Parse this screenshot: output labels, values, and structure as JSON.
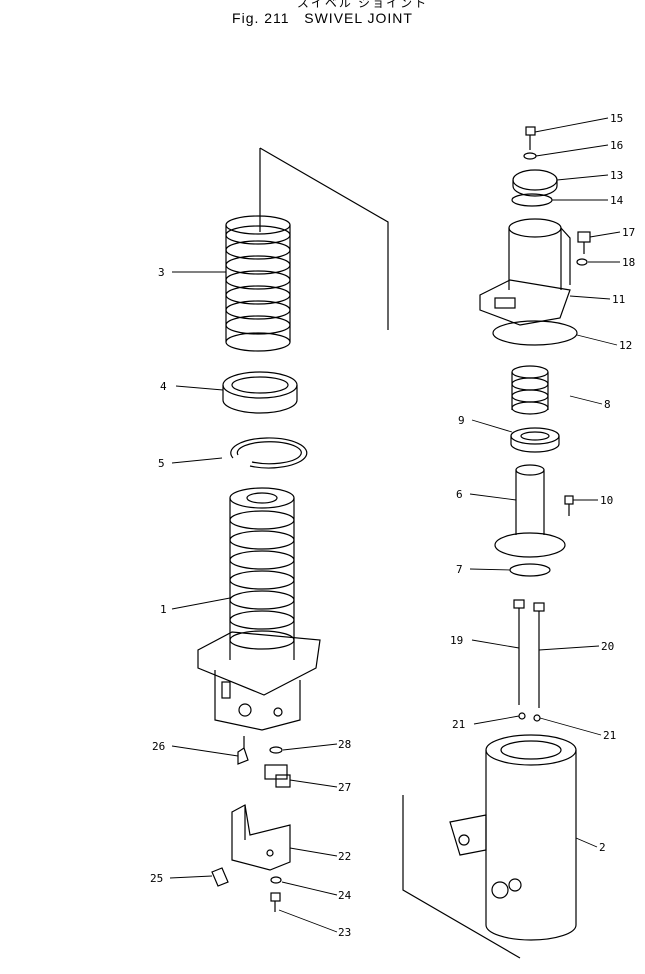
{
  "header": {
    "japanese": "スイベル ジョイント",
    "figure": "Fig. 211",
    "title": "SWIVEL JOINT"
  },
  "callouts": [
    "1",
    "2",
    "3",
    "4",
    "5",
    "6",
    "7",
    "8",
    "9",
    "10",
    "11",
    "12",
    "13",
    "14",
    "15",
    "16",
    "17",
    "18",
    "19",
    "20",
    "21",
    "21",
    "22",
    "23",
    "24",
    "25",
    "26",
    "27",
    "28"
  ]
}
